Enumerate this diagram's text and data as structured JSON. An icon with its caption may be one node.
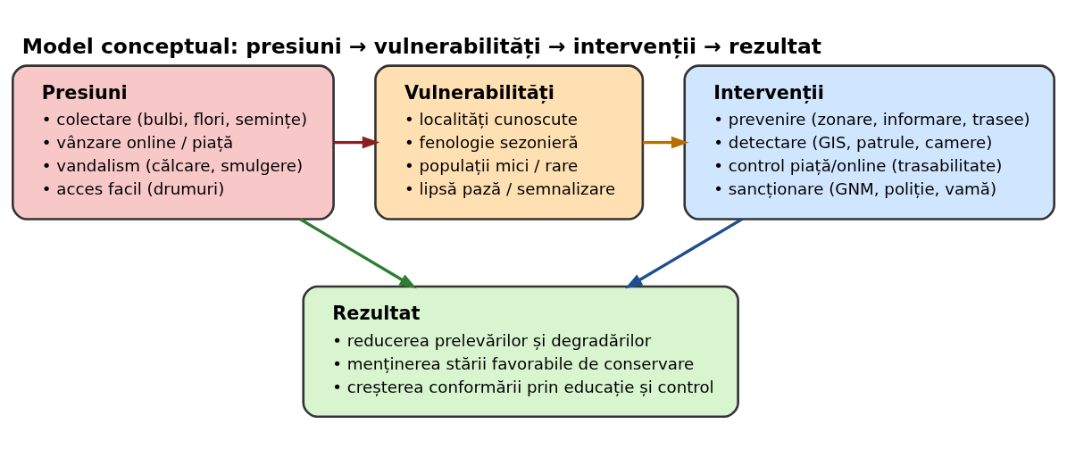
{
  "diagram": {
    "title": "Model conceptual: presiuni → vulnerabilități → intervenții → rezultat",
    "nodes": [
      {
        "text": [
          "Presiuni",
          "• colectare (bulbi, flori, semințe)",
          "• vânzare online / piață",
          "• vandalism (călcare, smulgere)",
          "• acces facil (drumuri)"
        ]
      },
      {
        "text": [
          "Vulnerabilități",
          "• localități cunoscute",
          "• fenologie sezonieră",
          "• populații mici / rare",
          "• lipsă pază / semnalizare"
        ]
      },
      {
        "text": [
          "Intervenții",
          "• prevenire (zonare, informare, trasee)",
          "• detectare (GIS, patrule, camere)",
          "• control piață/online (trasabilitate)",
          "• sancționare (GNM, poliție, vamă)"
        ]
      },
      {
        "text": [
          "Rezultat",
          "• reducerea prelevărilor și degradărilor",
          "• menținerea stării favorabile de conservare",
          "• creșterea conformării prin educație și control"
        ]
      }
    ],
    "edges": [
      {
        "from": 0,
        "to": 1,
        "arrow": "to",
        "color": "#8b2020"
      },
      {
        "from": 1,
        "to": 2,
        "arrow": "to",
        "color": "#b86e00"
      },
      {
        "from": 0,
        "to": 3,
        "arrow": "to",
        "color": "#2e7d32"
      },
      {
        "from": 2,
        "to": 3,
        "arrow": "to",
        "color": "#1f4e8c"
      }
    ]
  }
}
